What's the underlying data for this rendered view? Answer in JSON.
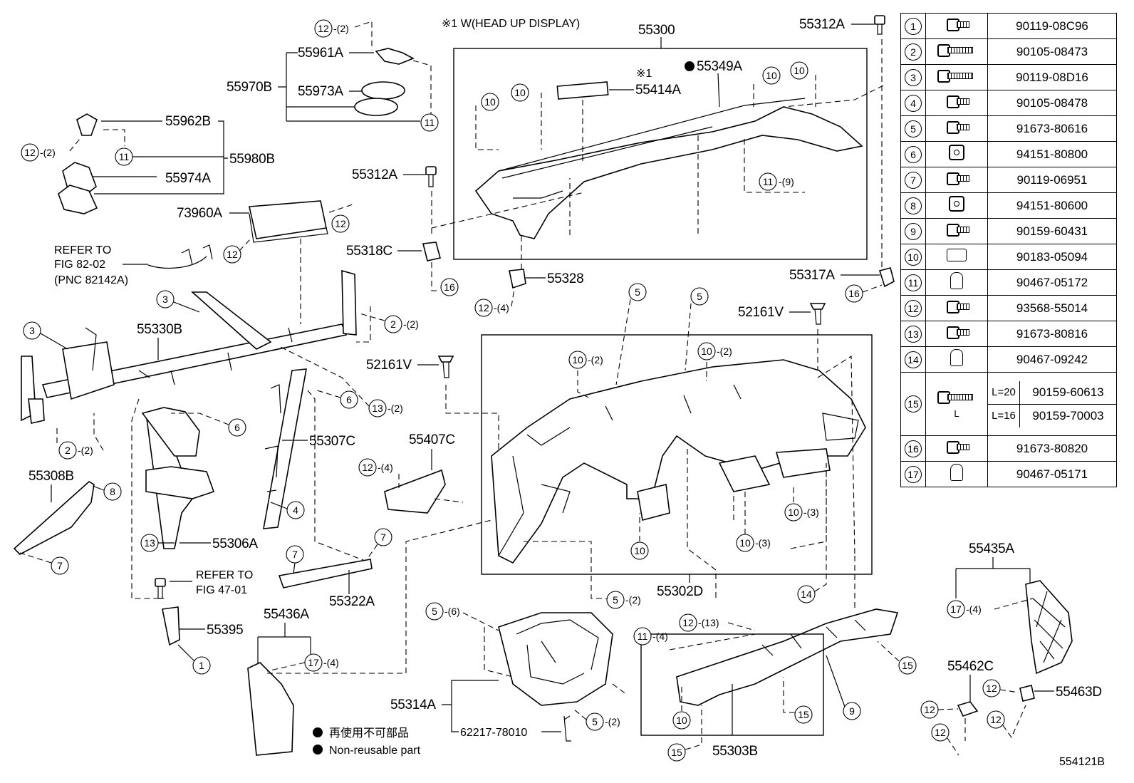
{
  "note_hud": "※1  W(HEAD UP DISPLAY)",
  "mark_1": "※1",
  "diagram_id": "554121B",
  "refer_1": [
    "REFER TO",
    "FIG 82-02",
    "(PNC 82142A)"
  ],
  "refer_2": [
    "REFER TO",
    "FIG 47-01"
  ],
  "nonreusable_jp": "再使用不可部品",
  "nonreusable_en": "Non-reusable part",
  "parts": {
    "p55300": "55300",
    "p55312A_top": "55312A",
    "p55312A_mid": "55312A",
    "p55961A": "55961A",
    "p55970B": "55970B",
    "p55973A": "55973A",
    "p55962B": "55962B",
    "p55980B": "55980B",
    "p55974A": "55974A",
    "p73960A": "73960A",
    "p55349A": "55349A",
    "p55414A": "55414A",
    "p55318C": "55318C",
    "p55328": "55328",
    "p55317A": "55317A",
    "p52161V_a": "52161V",
    "p52161V_b": "52161V",
    "p55330B": "55330B",
    "p55307C": "55307C",
    "p55407C": "55407C",
    "p55308B": "55308B",
    "p55306A": "55306A",
    "p55322A": "55322A",
    "p55302D": "55302D",
    "p55395": "55395",
    "p55436A": "55436A",
    "p55435A": "55435A",
    "p55314A": "55314A",
    "p62217": "62217-78010",
    "p55303B": "55303B",
    "p55462C": "55462C",
    "p55463D": "55463D"
  },
  "qty": {
    "q2": "-(2)",
    "q4": "-(4)",
    "q3": "-(3)",
    "q6": "-(6)",
    "q9": "-(9)",
    "q13": "-(13)"
  },
  "legend": [
    {
      "no": "1",
      "code": "90119-08C96",
      "icon": "flange-bolt-icon"
    },
    {
      "no": "2",
      "code": "90105-08473",
      "icon": "long-bolt-icon"
    },
    {
      "no": "3",
      "code": "90119-08D16",
      "icon": "long-bolt-icon"
    },
    {
      "no": "4",
      "code": "90105-08478",
      "icon": "flange-bolt-icon"
    },
    {
      "no": "5",
      "code": "91673-80616",
      "icon": "flange-bolt-icon"
    },
    {
      "no": "6",
      "code": "94151-80800",
      "icon": "nut-icon"
    },
    {
      "no": "7",
      "code": "90119-06951",
      "icon": "flange-bolt-icon"
    },
    {
      "no": "8",
      "code": "94151-80600",
      "icon": "nut-icon"
    },
    {
      "no": "9",
      "code": "90159-60431",
      "icon": "flange-bolt-icon"
    },
    {
      "no": "10",
      "code": "90183-05094",
      "icon": "clip-nut-icon"
    },
    {
      "no": "11",
      "code": "90467-05172",
      "icon": "clip-icon"
    },
    {
      "no": "12",
      "code": "93568-55014",
      "icon": "flange-bolt-icon"
    },
    {
      "no": "13",
      "code": "91673-80816",
      "icon": "flange-bolt-icon"
    },
    {
      "no": "14",
      "code": "90467-09242",
      "icon": "clip-icon"
    },
    {
      "no": "15",
      "codes": [
        {
          "L": "L=20",
          "code": "90159-60613"
        },
        {
          "L": "L=16",
          "code": "90159-70003"
        }
      ],
      "icon": "bolt-length-icon",
      "dim": "L"
    },
    {
      "no": "16",
      "code": "91673-80820",
      "icon": "flange-bolt-icon"
    },
    {
      "no": "17",
      "code": "90467-05171",
      "icon": "clip-icon"
    }
  ]
}
